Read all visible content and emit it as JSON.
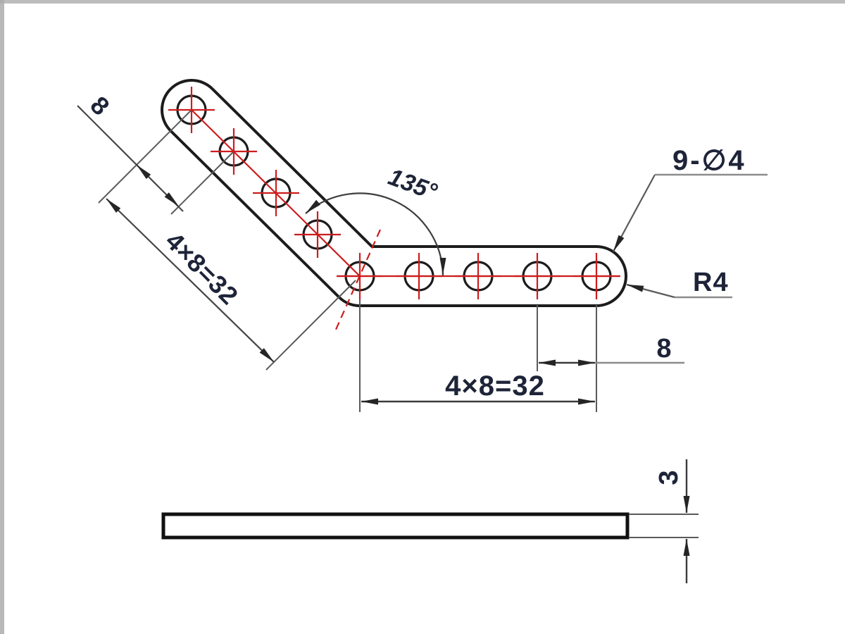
{
  "drawing": {
    "type": "technical-drawing",
    "subject": "bent flat strip with 9 holes, front view and side view",
    "colors": {
      "object_line": "#1c1c1c",
      "centerline_red": "#cc1d1d",
      "dimension_line": "#4a4a4a",
      "leader_gray": "#8c8c8c",
      "text": "#1e2438"
    },
    "front_view": {
      "hole_count": 9,
      "diag_pitch_label": "8",
      "diag_total_label": "4×8=32",
      "bend_angle_label": "135°",
      "holes_label": "9-∅4",
      "corner_radius_label": "R4",
      "row_pitch_label": "8",
      "row_total_label": "4×8=32"
    },
    "side_view": {
      "thickness_label": "3"
    }
  }
}
